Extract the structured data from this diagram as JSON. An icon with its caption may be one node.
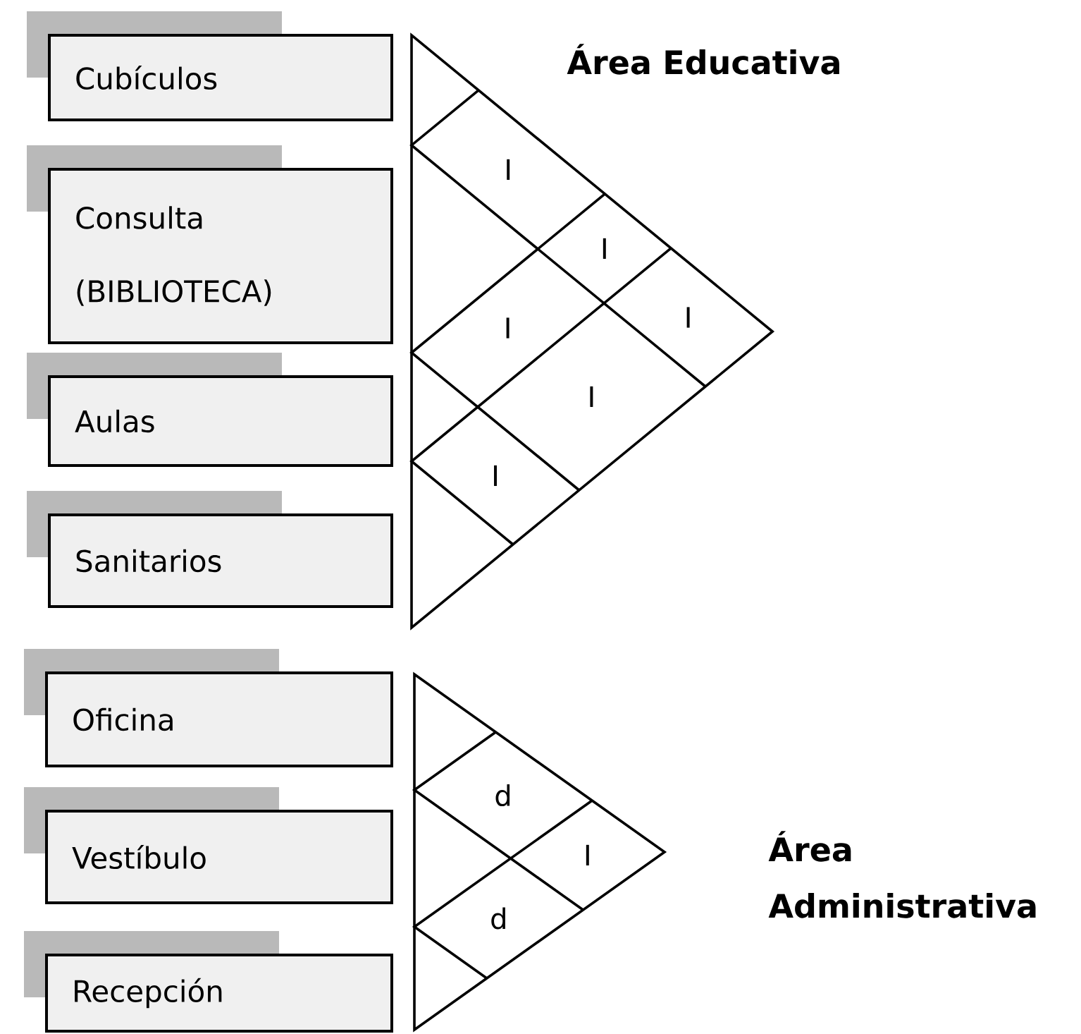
{
  "diagram": {
    "nodes": [
      {
        "text": [
          "Cubículos"
        ]
      },
      {
        "text": [
          "Consulta (BIBLIOTECA)"
        ]
      },
      {
        "text": [
          "Aulas"
        ]
      },
      {
        "text": [
          "Sanitarios"
        ]
      },
      {
        "text": [
          "Oficina"
        ]
      },
      {
        "text": [
          "Vestíbulo"
        ]
      },
      {
        "text": [
          "Recepción"
        ]
      }
    ],
    "labels": [
      "Área Educativa",
      "I",
      "I",
      "I",
      "I",
      "I",
      "I",
      "d",
      "I",
      "Área Administrativa",
      "d"
    ]
  }
}
